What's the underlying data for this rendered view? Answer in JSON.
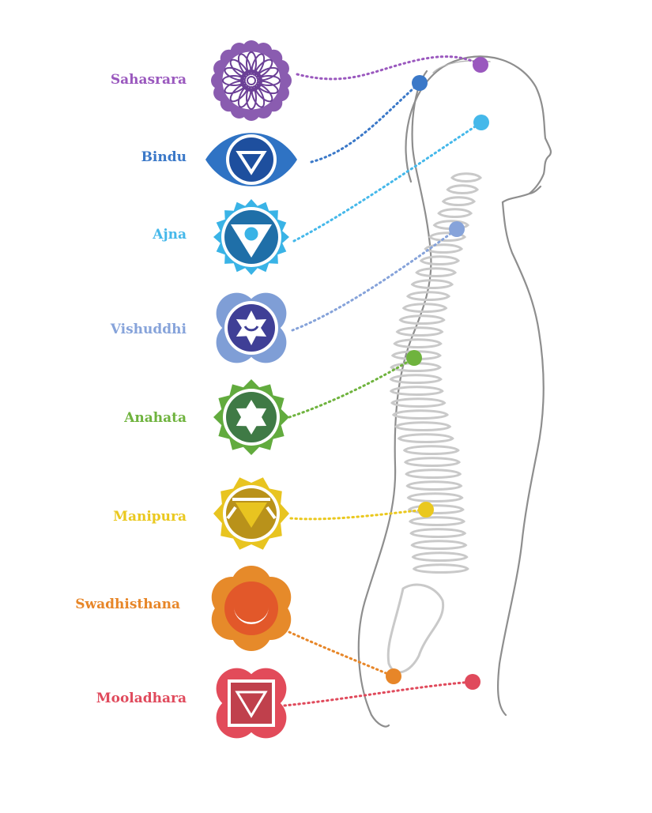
{
  "chakras": [
    {
      "name": "Sahasrara",
      "color": "#8a5cb0",
      "inner": "#6b3f96",
      "symbol": "lotus",
      "dot_color": "#9a58be"
    },
    {
      "name": "Bindu",
      "color": "#2f73c4",
      "inner": "#1e4f9e",
      "symbol": "eye",
      "dot_color": "#3a78c8"
    },
    {
      "name": "Ajna",
      "color": "#39b3e6",
      "inner": "#1f6fa8",
      "symbol": "triangle-circle",
      "dot_color": "#45b8ea"
    },
    {
      "name": "Vishuddhi",
      "color": "#7f9ed6",
      "inner": "#3f3f96",
      "symbol": "star-moon",
      "dot_color": "#86a3da"
    },
    {
      "name": "Anahata",
      "color": "#62ab3e",
      "inner": "#3f7a45",
      "symbol": "hexagram",
      "dot_color": "#6fb33e"
    },
    {
      "name": "Manipura",
      "color": "#e8c420",
      "inner": "#b9921a",
      "symbol": "triangle-t",
      "dot_color": "#eac81e"
    },
    {
      "name": "Swadhisthana",
      "color": "#e68a2a",
      "inner": "#e2582a",
      "symbol": "crescent",
      "dot_color": "#e78628"
    },
    {
      "name": "Mooladhara",
      "color": "#e24b5a",
      "inner": "#c0404c",
      "symbol": "square",
      "dot_color": "#e04a5c"
    }
  ],
  "body": {
    "outline_color": "#8e8e8e",
    "spine_color": "#c9c9c9"
  }
}
